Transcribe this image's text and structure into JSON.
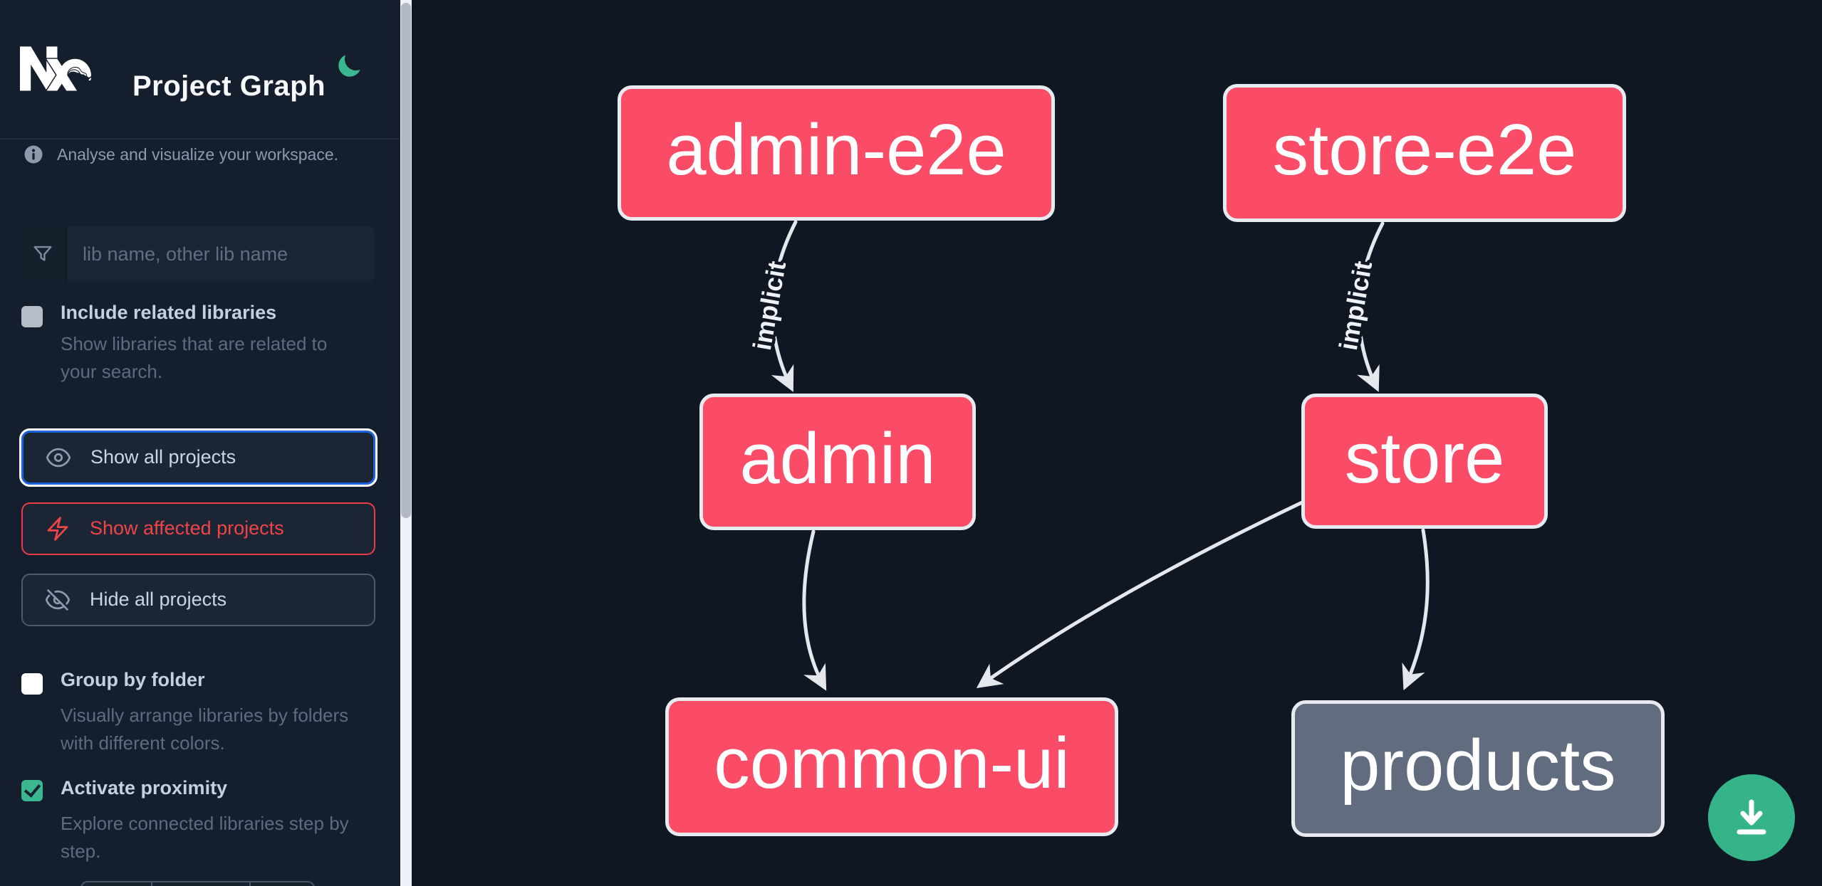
{
  "header": {
    "title": "Project Graph",
    "theme_icon": "moon-icon"
  },
  "sidebar": {
    "info_text": "Analyse and visualize your workspace.",
    "search": {
      "placeholder": "lib name, other lib name"
    },
    "toggles": [
      {
        "id": "include-related-libraries",
        "label": "Include related libraries",
        "description": "Show libraries that are related to your search.",
        "checked": false
      },
      {
        "id": "group-by-folder",
        "label": "Group by folder",
        "description": "Visually arrange libraries by folders with different colors.",
        "checked": false
      },
      {
        "id": "activate-proximity",
        "label": "Activate proximity",
        "description": "Explore connected libraries step by step.",
        "checked": true
      }
    ],
    "actions": [
      {
        "label": "Show all projects",
        "icon": "eye-icon",
        "state": "focused"
      },
      {
        "label": "Show affected projects",
        "icon": "lightning-bolt-icon",
        "state": "affected"
      },
      {
        "label": "Hide all projects",
        "icon": "eye-off-icon",
        "state": "default"
      }
    ]
  },
  "graph": {
    "nodes": [
      {
        "id": "admin-e2e",
        "label": "admin-e2e",
        "type": "affected"
      },
      {
        "id": "store-e2e",
        "label": "store-e2e",
        "type": "affected"
      },
      {
        "id": "admin",
        "label": "admin",
        "type": "affected"
      },
      {
        "id": "store",
        "label": "store",
        "type": "affected"
      },
      {
        "id": "common-ui",
        "label": "common-ui",
        "type": "affected"
      },
      {
        "id": "products",
        "label": "products",
        "type": "unaffected"
      }
    ],
    "edges": [
      {
        "source": "admin-e2e",
        "target": "admin",
        "label": "implicit"
      },
      {
        "source": "store-e2e",
        "target": "store",
        "label": "implicit"
      },
      {
        "source": "admin",
        "target": "common-ui",
        "label": ""
      },
      {
        "source": "store",
        "target": "common-ui",
        "label": ""
      },
      {
        "source": "store",
        "target": "products",
        "label": ""
      }
    ]
  },
  "fab": {
    "icon": "download-icon"
  },
  "colors": {
    "affected_node": "#fb4c67",
    "unaffected_node": "#616c7e",
    "edge": "#e4e7ec",
    "accent_green": "#3bb78f",
    "focus_blue": "#1f62e0",
    "affected_red": "#ef4449",
    "sidebar_bg": "#141e2d",
    "graph_bg": "#0f1723"
  }
}
